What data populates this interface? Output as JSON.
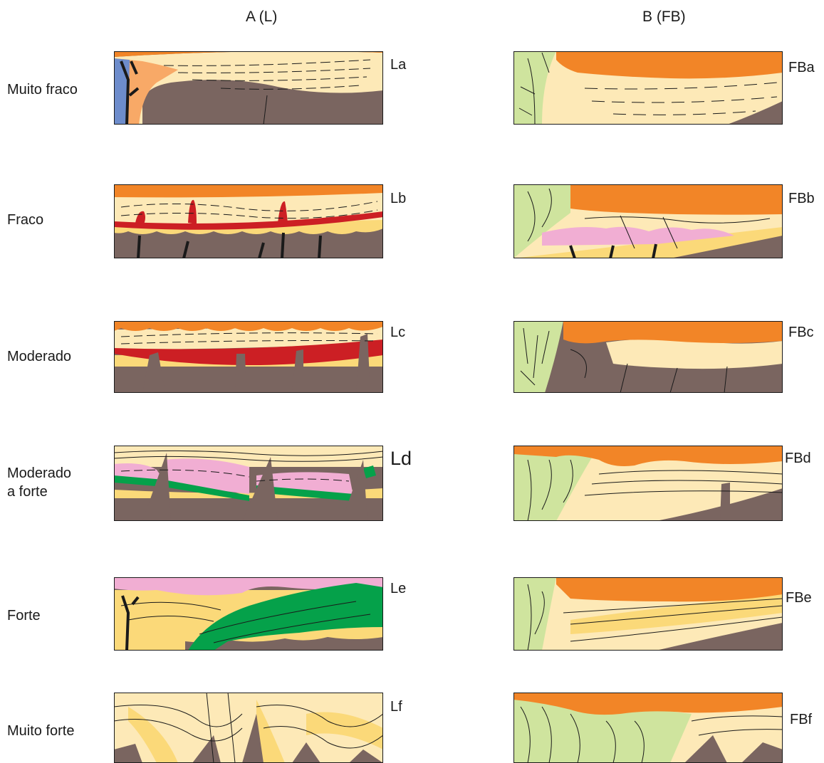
{
  "columns": {
    "left": "A (L)",
    "right": "B (FB)"
  },
  "rows": [
    {
      "label": "Muito fraco",
      "left_code": "La",
      "right_code": "FBa"
    },
    {
      "label": "Fraco",
      "left_code": "Lb",
      "right_code": "FBb"
    },
    {
      "label": "Moderado",
      "left_code": "Lc",
      "right_code": "FBc"
    },
    {
      "label": "Moderado\na forte",
      "left_code": "Ld",
      "right_code": "FBd"
    },
    {
      "label": "Forte",
      "left_code": "Le",
      "right_code": "FBe"
    },
    {
      "label": "Muito forte",
      "left_code": "Lf",
      "right_code": "FBf"
    }
  ],
  "colors": {
    "orange": "#f28527",
    "cream": "#fde9b7",
    "yellow": "#fbd979",
    "brown": "#7a6560",
    "red": "#cc1f24",
    "pink": "#f1aed3",
    "green": "#05a14a",
    "light_green": "#cfe49e",
    "blue": "#6d8ccb",
    "salmon": "#f8a967",
    "black": "#1a1a1a"
  }
}
